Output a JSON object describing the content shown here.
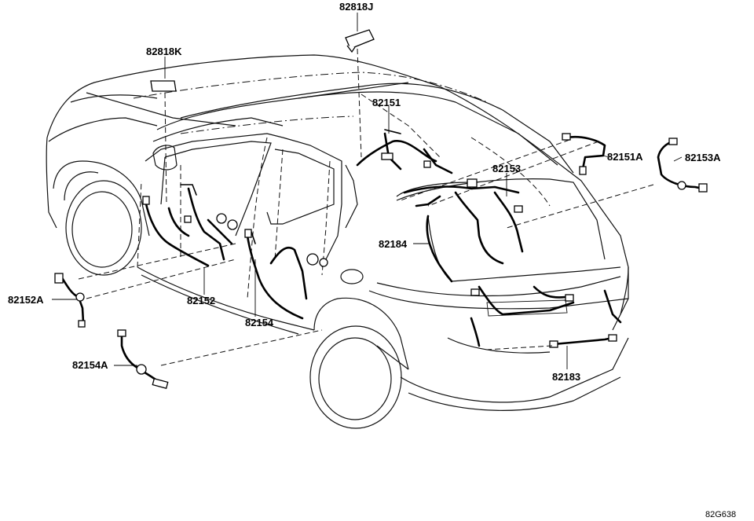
{
  "parts": {
    "p82818J": "82818J",
    "p82818K": "82818K",
    "p82151": "82151",
    "p82151A": "82151A",
    "p82153A": "82153A",
    "p82153": "82153",
    "p82184": "82184",
    "p82152A": "82152A",
    "p82152": "82152",
    "p82154": "82154",
    "p82154A": "82154A",
    "p82183": "82183"
  },
  "drawing_code": "82G638"
}
